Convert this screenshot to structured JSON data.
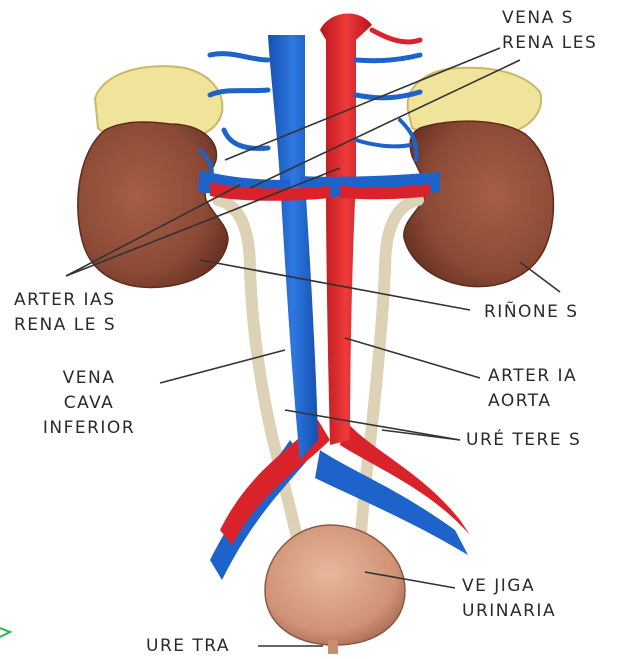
{
  "diagram": {
    "labels": {
      "venas_renales": [
        "VENA S",
        "RENA LES"
      ],
      "arterias_renales": [
        "ARTER IAS",
        "RENA LE S"
      ],
      "rinones": "RIÑONE S",
      "vena_cava_inferior": [
        "VENA",
        "CAVA",
        "INFERIOR"
      ],
      "arteria_aorta": [
        "ARTER IA",
        "AORTA"
      ],
      "ureteres": "URÉ TERE S",
      "vejiga_urinaria": [
        "VE JIGA",
        "URINARIA"
      ],
      "uretra": "URE TRA"
    },
    "colors": {
      "vein": "#1e63c9",
      "artery": "#d9222a",
      "kidney": "#8b4a36",
      "adrenal": "#efe49a",
      "ureter": "#ded2b6",
      "bladder": "#d49a7e",
      "leader_line": "#333333"
    }
  }
}
